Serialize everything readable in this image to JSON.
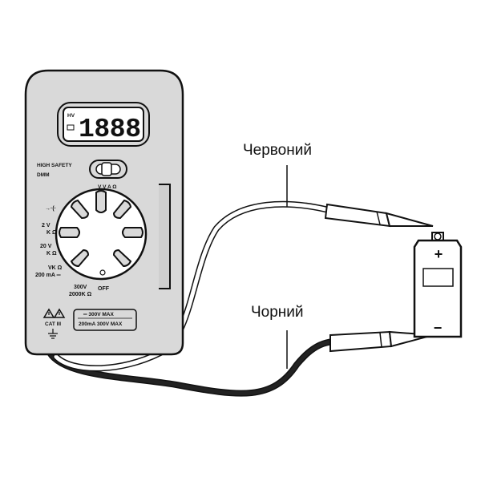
{
  "labels": {
    "red": "Червоний",
    "black": "Чорний"
  },
  "meter": {
    "display": "1888",
    "display_hv": "HV",
    "brand_line1": "HIGH SAFETY",
    "brand_line2": "DMM",
    "switch_labels": "V V A Ω",
    "dial": {
      "diode": "→·(·",
      "v2": "2 V",
      "k2": "K Ω",
      "v20": "20 V",
      "k20": "K Ω",
      "vk": "VK Ω",
      "ma200": "200 mA ═",
      "v300": "300V",
      "k2000": "2000K Ω",
      "off": "OFF"
    },
    "cat": "CAT III",
    "spec1": "═ 300V MAX",
    "spec2": "200mA 300V MAX"
  },
  "battery": {
    "plus": "+",
    "minus": "−"
  },
  "colors": {
    "meter_body": "#d9d9d9",
    "outline": "#111111",
    "lcd": "#ffffff",
    "black_lead": "#1a1a1a",
    "red_lead": "#ffffff"
  }
}
